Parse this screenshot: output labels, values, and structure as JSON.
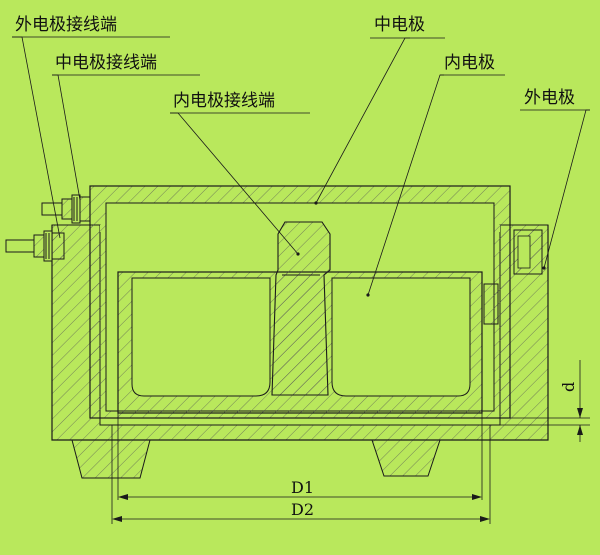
{
  "labels": {
    "outer_terminal": "外电极接线端",
    "middle_terminal": "中电极接线端",
    "inner_terminal": "内电极接线端",
    "middle_electrode": "中电极",
    "inner_electrode": "内电极",
    "outer_electrode": "外电极"
  },
  "dimensions": {
    "d1": "D1",
    "d2": "D2",
    "d": "d"
  },
  "colors": {
    "background": "#b9e85c",
    "line": "#1a1a1a",
    "hatch": "#444444"
  }
}
